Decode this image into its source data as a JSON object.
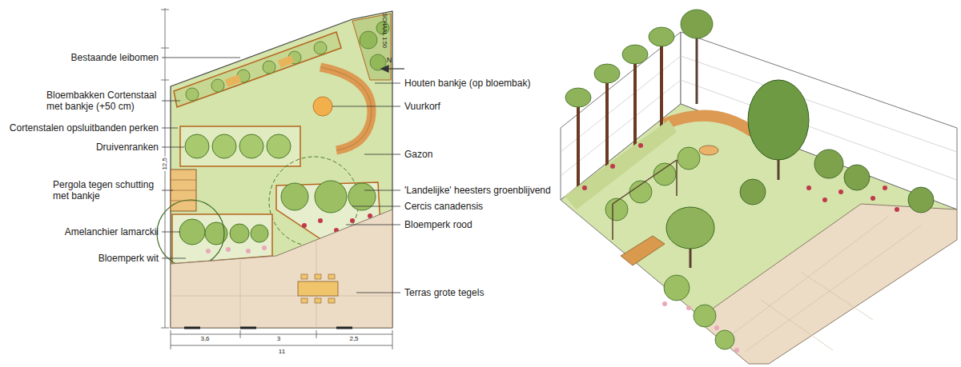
{
  "diagram": {
    "labels": [
      "Bestaande leibomen",
      "Bloembakken Cortenstaal met bankje (+50 cm)",
      "Cortenstalen opsluitbanden perken",
      "Druivenranken",
      "Pergola tegen schutting met bankje",
      "Amelanchier lamarckii",
      "Bloemperk wit",
      "Houten bankje (op bloembak)",
      "Vuurkorf",
      "Gazon",
      "'Landelijke' heesters groenblijvend",
      "Cercis canadensis",
      "Bloemperk rood",
      "Terras grote tegels",
      "N",
      "SCHAAL 1:50",
      "12,5",
      "3,6",
      "3",
      "2,5",
      "11"
    ]
  }
}
